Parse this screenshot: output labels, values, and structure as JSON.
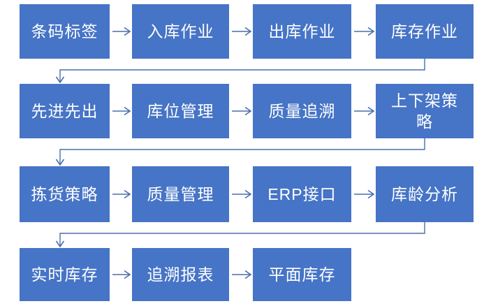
{
  "diagram": {
    "type": "serpentine-flowchart",
    "rows": [
      {
        "nodes": [
          {
            "name": "barcode-label",
            "label": "条码标签"
          },
          {
            "name": "inbound-operation",
            "label": "入库作业"
          },
          {
            "name": "outbound-operation",
            "label": "出库作业"
          },
          {
            "name": "inventory-operation",
            "label": "库存作业"
          }
        ]
      },
      {
        "nodes": [
          {
            "name": "first-in-first-out",
            "label": "先进先出"
          },
          {
            "name": "location-management",
            "label": "库位管理"
          },
          {
            "name": "quality-traceability",
            "label": "质量追溯"
          },
          {
            "name": "shelving-strategy",
            "label": "上下架策\n略"
          }
        ]
      },
      {
        "nodes": [
          {
            "name": "picking-strategy",
            "label": "拣货策略"
          },
          {
            "name": "quality-management",
            "label": "质量管理"
          },
          {
            "name": "erp-interface",
            "label": "ERP接口"
          },
          {
            "name": "stock-age-analysis",
            "label": "库龄分析"
          }
        ]
      },
      {
        "nodes": [
          {
            "name": "realtime-inventory",
            "label": "实时库存"
          },
          {
            "name": "traceability-report",
            "label": "追溯报表"
          },
          {
            "name": "floor-inventory",
            "label": "平面库存"
          }
        ]
      }
    ],
    "colors": {
      "background": "#ffffff",
      "node_fill": "#4674c6",
      "node_text": "#ffffff",
      "connector": "#4a6fae"
    },
    "arrow_style": "open-chevron"
  }
}
